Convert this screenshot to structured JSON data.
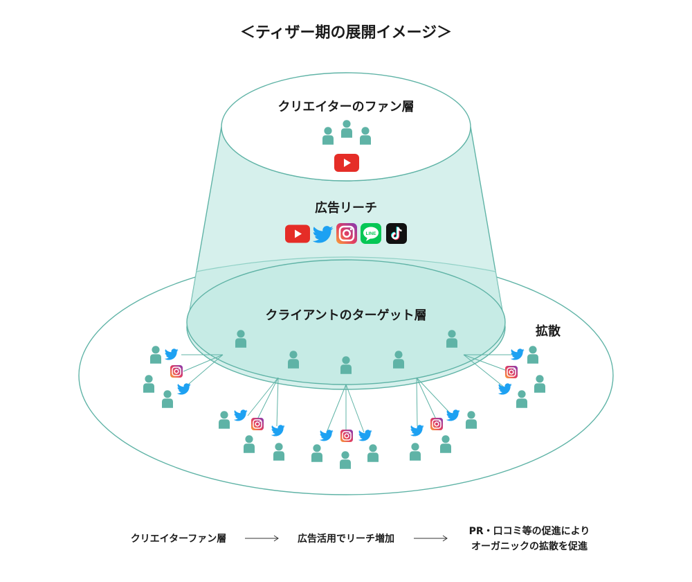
{
  "title": "＜ティザー期の展開イメージ＞",
  "layers": {
    "top_label": "クリエイターのファン層",
    "middle_label": "広告リーチ",
    "bottom_label": "クライアントのターゲット層",
    "spread_label": "拡散"
  },
  "platform_icons": {
    "top": [
      "youtube-icon"
    ],
    "middle": [
      "youtube-icon",
      "twitter-icon",
      "instagram-icon",
      "line-icon",
      "tiktok-icon"
    ],
    "line_text": "LINE"
  },
  "flow": {
    "step1": "クリエイターファン層",
    "step2": "広告活用でリーチ増加",
    "step3_line1": "PR・口コミ等の促進により",
    "step3_line2": "オーガニックの拡散を促進"
  },
  "colors": {
    "teal": "#5fb3a6",
    "cylinder_fill": "#d6f0ec",
    "base_fill": "#c6ebe5",
    "youtube": "#e52d27",
    "twitter": "#1da1f2",
    "line": "#06c755",
    "tiktok": "#111111"
  }
}
